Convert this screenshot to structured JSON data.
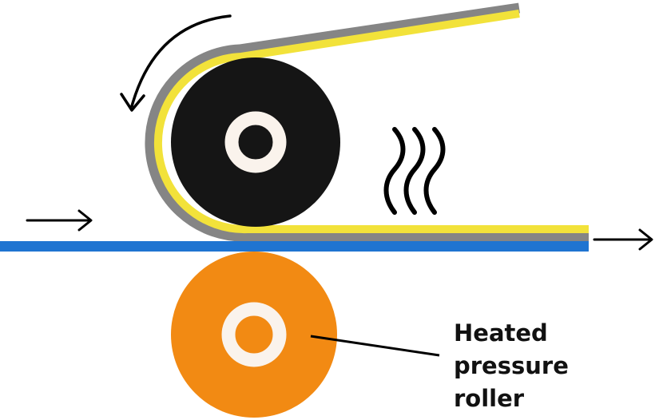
{
  "colors": {
    "background": "#ffffff",
    "film_outer": "#858585",
    "film_inner": "#f2e23a",
    "substrate": "#1f74d1",
    "upper_roller": "#151515",
    "upper_roller_hub": "#faf3ec",
    "heated_roller": "#f28a13",
    "heated_roller_hub": "#faf3ec",
    "arrows": "#000000",
    "heat_waves": "#000000",
    "leader_line": "#000000",
    "label_text": "#111111"
  },
  "icons": {
    "rotation_arrow": "curved-arrow-icon",
    "heat": "heat-waves-icon",
    "feed_arrow": "arrow-right-icon",
    "exit_arrow": "arrow-right-icon"
  },
  "labels": {
    "heated_roller_line1": "Heated",
    "heated_roller_line2": "pressure",
    "heated_roller_line3": "roller"
  }
}
